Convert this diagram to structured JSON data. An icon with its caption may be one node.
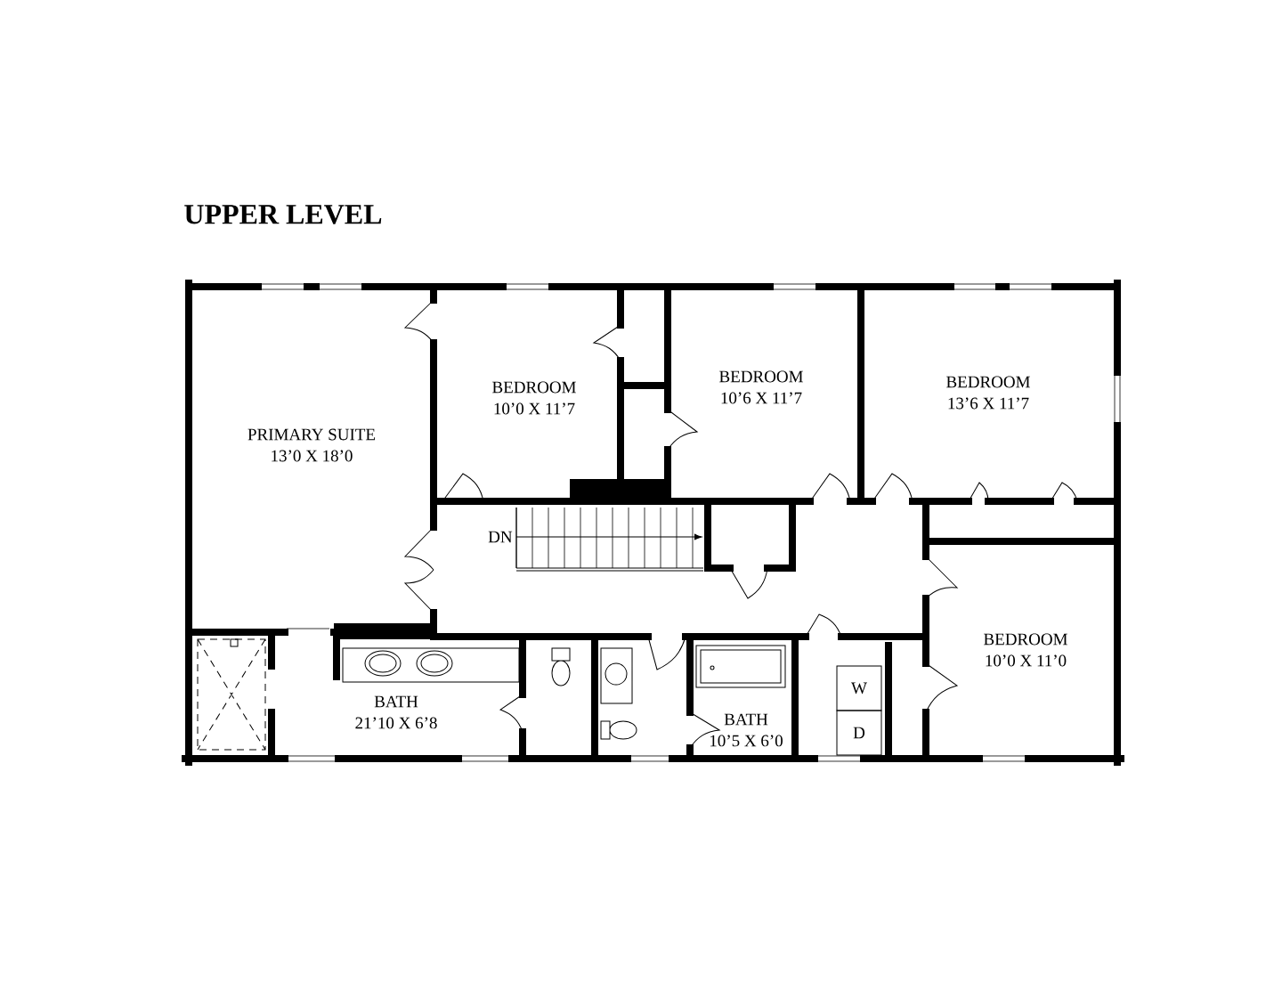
{
  "diagram": {
    "title": "UPPER LEVEL",
    "nodes": [
      {
        "text": [
          "PRIMARY SUITE",
          "13’0 X 18’0"
        ]
      },
      {
        "text": [
          "BEDROOM",
          "10’0 X 11’7"
        ]
      },
      {
        "text": [
          "BEDROOM",
          "10’6 X 11’7"
        ]
      },
      {
        "text": [
          "BEDROOM",
          "13’6 X 11’7"
        ]
      },
      {
        "text": [
          "BEDROOM",
          "10’0 X 11’0"
        ]
      },
      {
        "text": [
          "BATH",
          "21’10 X 6’8"
        ]
      },
      {
        "text": [
          "W"
        ]
      },
      {
        "text": [
          "BATH",
          "10’5 X 6’0"
        ]
      },
      {
        "text": [
          "D"
        ]
      }
    ],
    "labels": [
      "DN"
    ]
  }
}
